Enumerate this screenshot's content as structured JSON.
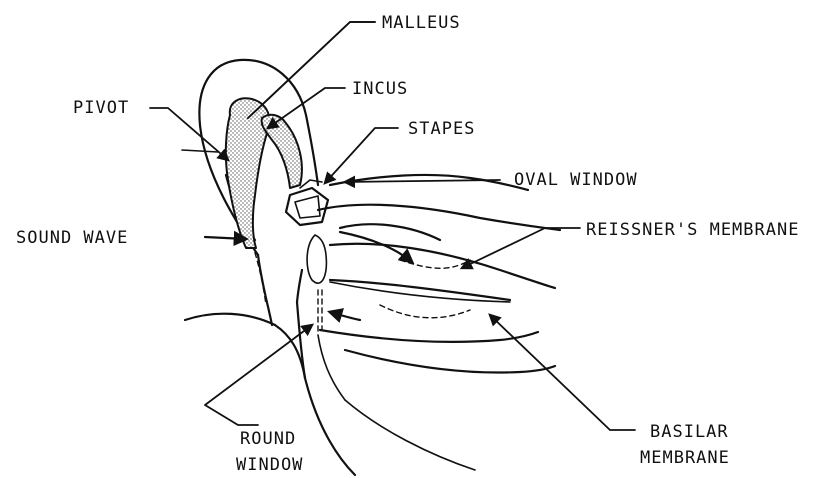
{
  "labels": {
    "malleus": "MALLEUS",
    "incus": "INCUS",
    "pivot": "PIVOT",
    "stapes": "STAPES",
    "oval_window": "OVAL WINDOW",
    "sound_wave": "SOUND WAVE",
    "reissners_membrane": "REISSNER'S MEMBRANE",
    "round_window_line1": "ROUND",
    "round_window_line2": "WINDOW",
    "basilar_line1": "BASILAR",
    "basilar_line2": "MEMBRANE"
  },
  "colors": {
    "ink": "#111111",
    "background": "#ffffff",
    "stipple": "#555555"
  }
}
